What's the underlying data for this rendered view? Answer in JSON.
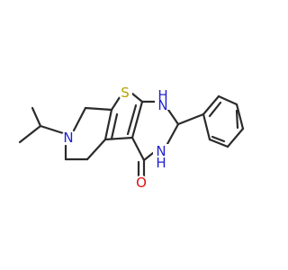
{
  "diagram": {
    "type": "chemical-structure",
    "colors": {
      "background": "#ffffff",
      "bond": "#2b2b2b",
      "nitrogen": "#1f1fd0",
      "sulfur": "#b8a200",
      "oxygen": "#e01010"
    },
    "atom_labels": {
      "n_ring_tertiary": "N",
      "s_thiophene": "S",
      "nh_top": "H",
      "nh_top_n": "N",
      "nh_bottom": "H",
      "nh_bottom_n": "N",
      "o_carbonyl": "O"
    }
  }
}
